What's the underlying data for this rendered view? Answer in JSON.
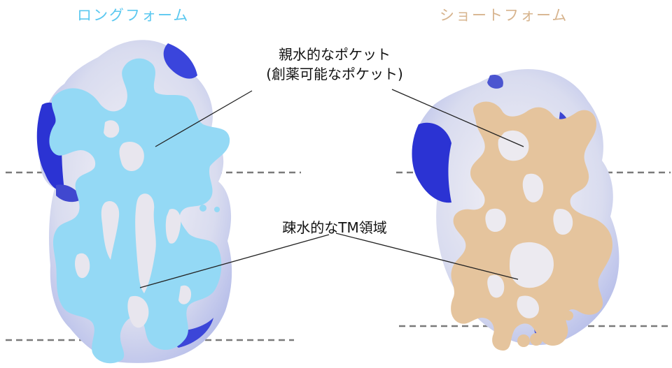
{
  "titles": {
    "long_form": "ロングフォーム",
    "short_form": "ショートフォーム"
  },
  "annotations": {
    "hydrophilic_pocket_line1": "親水的なポケット",
    "hydrophilic_pocket_line2": "(創薬可能なポケット)",
    "hydrophobic_tm": "疎水的なTM領域"
  },
  "colors": {
    "long_form_title": "#5bc8f0",
    "short_form_title": "#d7b48e",
    "long_form_cut": "#94d9f5",
    "short_form_cut": "#e5c49d",
    "surface_positive": "#2a32d8",
    "surface_negative": "#e8212a",
    "membrane_line": "#7a7a7a"
  }
}
